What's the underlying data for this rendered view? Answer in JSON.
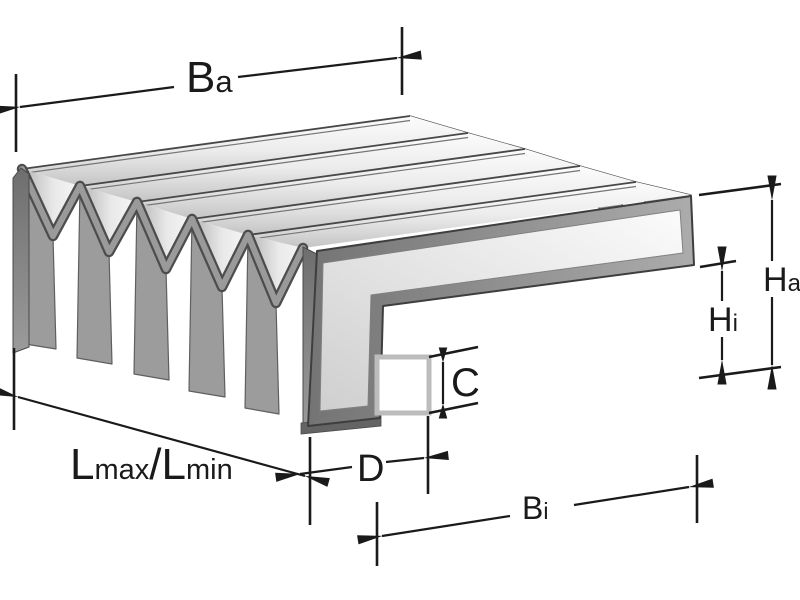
{
  "diagram": {
    "labels": {
      "ba": {
        "main": "B",
        "sub": "a"
      },
      "ha": {
        "main": "H",
        "sub": "a"
      },
      "hi": {
        "main": "H",
        "sub": "i"
      },
      "c": {
        "main": "C"
      },
      "d": {
        "main": "D"
      },
      "bi": {
        "main": "B",
        "sub": "i"
      },
      "length": {
        "l1": "L",
        "s1": "max",
        "sep": "/",
        "l2": "L",
        "s2": "min"
      }
    },
    "colors": {
      "background": "#ffffff",
      "dimension_lines": "#1a1a1a",
      "fold_top_light": "#fcfcfc",
      "fold_top_shaded": "#c4c4c4",
      "fold_front_panel": "#9c9c9c",
      "fold_edge_band": "#9a9a9a",
      "outline_dark": "#4d4d4d",
      "frame_border_dark": "#747474",
      "frame_border_light": "#acacac",
      "frame_panel_light": "#fbfbfb",
      "frame_panel_shaded": "#cfcfcf",
      "c_profile_stroke": "#bcbcbc"
    }
  }
}
